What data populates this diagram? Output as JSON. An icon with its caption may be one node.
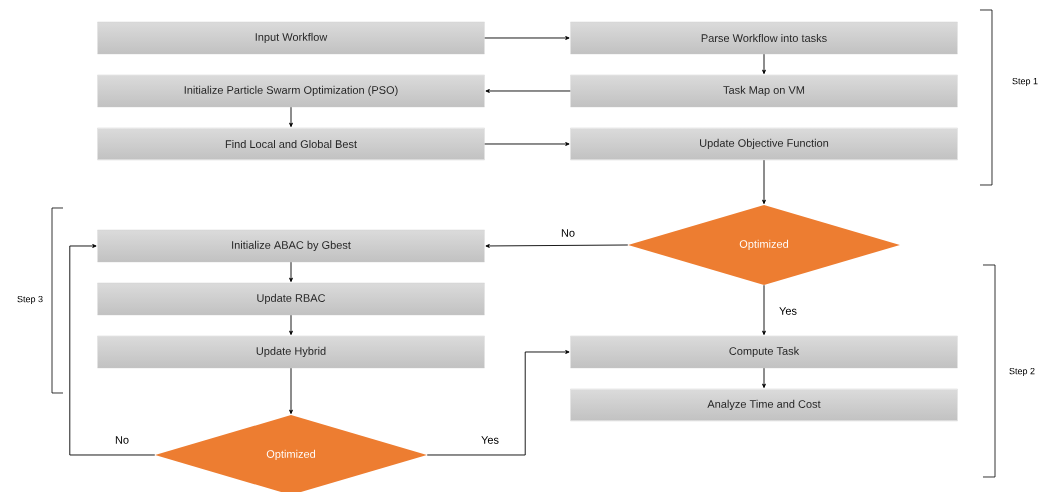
{
  "diagram": {
    "nodes": [
      {
        "text": [
          "Input Workflow"
        ]
      },
      {
        "text": [
          "Parse Workflow into tasks"
        ]
      },
      {
        "text": [
          "Initialize Particle Swarm Optimization (PSO)"
        ]
      },
      {
        "text": [
          "Task Map on VM"
        ]
      },
      {
        "text": [
          "Find Local and Global Best"
        ]
      },
      {
        "text": [
          "Update Objective Function"
        ]
      },
      {
        "text": [
          "Optimized"
        ]
      },
      {
        "text": [
          "Initialize ABAC by Gbest"
        ]
      },
      {
        "text": [
          "Update RBAC"
        ]
      },
      {
        "text": [
          "Update Hybrid"
        ]
      },
      {
        "text": [
          "Optimized"
        ]
      },
      {
        "text": [
          "Compute Task"
        ]
      },
      {
        "text": [
          "Analyze Time and Cost"
        ]
      }
    ],
    "edges": [
      {
        "from": 0,
        "to": 1,
        "arrow": "to"
      },
      {
        "from": 1,
        "to": 3,
        "arrow": "to"
      },
      {
        "from": 3,
        "to": 2,
        "arrow": "to"
      },
      {
        "from": 2,
        "to": 4,
        "arrow": "to"
      },
      {
        "from": 4,
        "to": 5,
        "arrow": "to"
      },
      {
        "from": 5,
        "to": 6,
        "arrow": "to"
      },
      {
        "from": 6,
        "to": 7,
        "arrow": "to",
        "label": "No"
      },
      {
        "from": 6,
        "to": 11,
        "arrow": "to",
        "label": "Yes"
      },
      {
        "from": 7,
        "to": 8,
        "arrow": "to"
      },
      {
        "from": 8,
        "to": 9,
        "arrow": "to"
      },
      {
        "from": 9,
        "to": 10,
        "arrow": "to"
      },
      {
        "from": 10,
        "to": 7,
        "arrow": "to",
        "label": "No"
      },
      {
        "from": 10,
        "to": 11,
        "arrow": "to",
        "label": "Yes"
      },
      {
        "from": 11,
        "to": 12,
        "arrow": "to"
      }
    ],
    "labels": [
      "Step 1",
      "Step 3",
      "Step 2"
    ]
  }
}
